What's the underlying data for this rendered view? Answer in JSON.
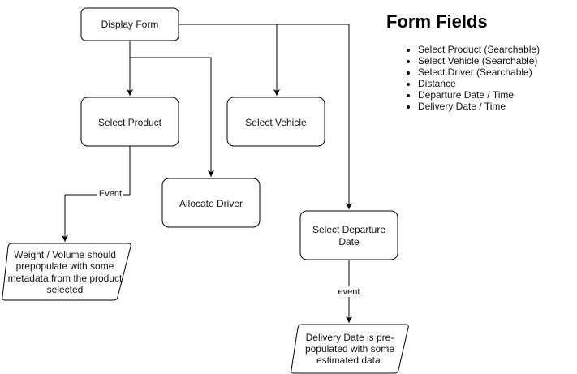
{
  "nodes": {
    "display_form": "Display Form",
    "select_product": "Select Product",
    "select_vehicle": "Select Vehicle",
    "allocate_driver": "Allocate Driver",
    "select_departure_date": [
      "Select Departure",
      "Date"
    ],
    "weight_volume_note": [
      "Weight / Volume should",
      "prepopulate with some",
      "metadata from the product",
      "selected"
    ],
    "delivery_date_note": [
      "Delivery Date is pre-",
      "populated with some",
      "estimated data."
    ]
  },
  "edges": {
    "product_event_label": "Event",
    "departure_event_label": "event"
  },
  "side_panel": {
    "title": "Form Fields",
    "fields": [
      "Select Product (Searchable)",
      "Select Vehicle (Searchable)",
      "Select Driver (Searchable)",
      "Distance",
      "Departure Date / Time",
      "Delivery Date / Time"
    ]
  }
}
